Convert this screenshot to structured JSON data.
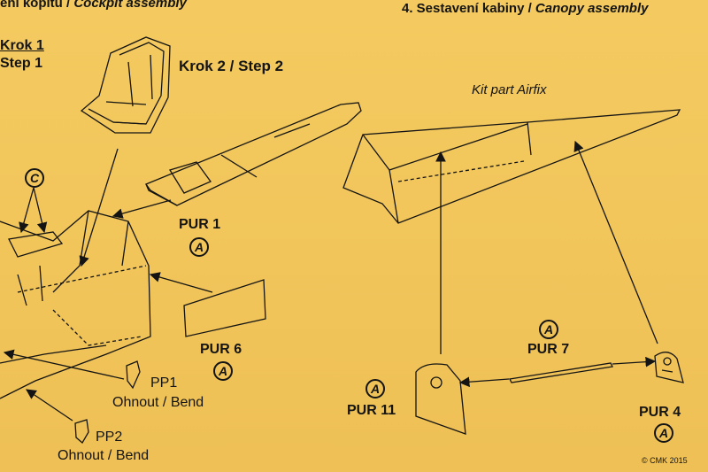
{
  "headings": {
    "section3_partial": "ení kopitu / ",
    "section3_partial_en": "Cockpit assembly",
    "section4": "4. Sestavení kabiny / ",
    "section4_en": "Canopy assembly"
  },
  "steps": {
    "krok1_line1": "Krok 1",
    "krok1_line2": "Step 1",
    "krok2": "Krok 2 / Step 2"
  },
  "kit_part_label": "Kit part Airfix",
  "parts": [
    {
      "id": "pur1",
      "label": "PUR 1",
      "marker": "A"
    },
    {
      "id": "pur6",
      "label": "PUR 6",
      "marker": "A"
    },
    {
      "id": "pur7",
      "label": "PUR 7",
      "marker": "A"
    },
    {
      "id": "pur11",
      "label": "PUR 11",
      "marker": "A"
    },
    {
      "id": "pur4",
      "label": "PUR 4",
      "marker": "A"
    }
  ],
  "photo_etched": [
    {
      "id": "pp1",
      "label": "PP1",
      "note": "Ohnout / Bend"
    },
    {
      "id": "pp2",
      "label": "PP2",
      "note": "Ohnout / Bend"
    }
  ],
  "resin_marker_c": "C",
  "copyright": "© CMK 2015",
  "colors": {
    "paper": "#f2c65a",
    "ink": "#141414"
  }
}
